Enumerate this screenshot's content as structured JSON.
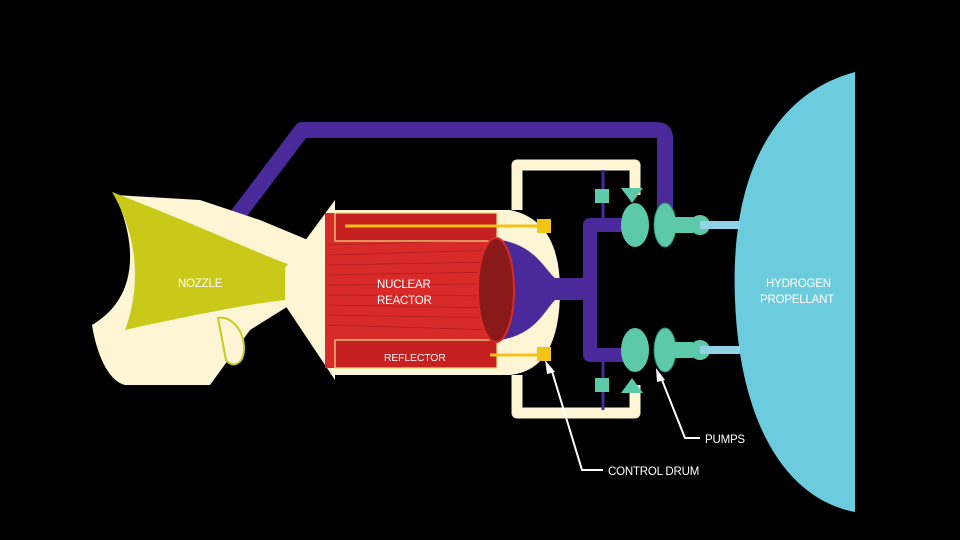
{
  "labels": {
    "nozzle": "NOZZLE",
    "reactor_line1": "NUCLEAR",
    "reactor_line2": "REACTOR",
    "reflector": "REFLECTOR",
    "propellant_line1": "HYDROGEN",
    "propellant_line2": "PROPELLANT",
    "pumps": "PUMPS",
    "control_drum": "CONTROL DRUM"
  },
  "colors": {
    "background": "#000000",
    "nozzle": "#c9c91a",
    "nozzle_bell": "#fdf5d4",
    "reactor": "#d92a2a",
    "reflector": "#c72020",
    "feed_line": "#4a2a9a",
    "cream_housing": "#fdf5d4",
    "control_drum": "#f2c417",
    "pumps": "#5cc9a8",
    "propellant_tank": "#6ccbdd",
    "text": "#ffffff",
    "arrow": "#ffffff"
  }
}
